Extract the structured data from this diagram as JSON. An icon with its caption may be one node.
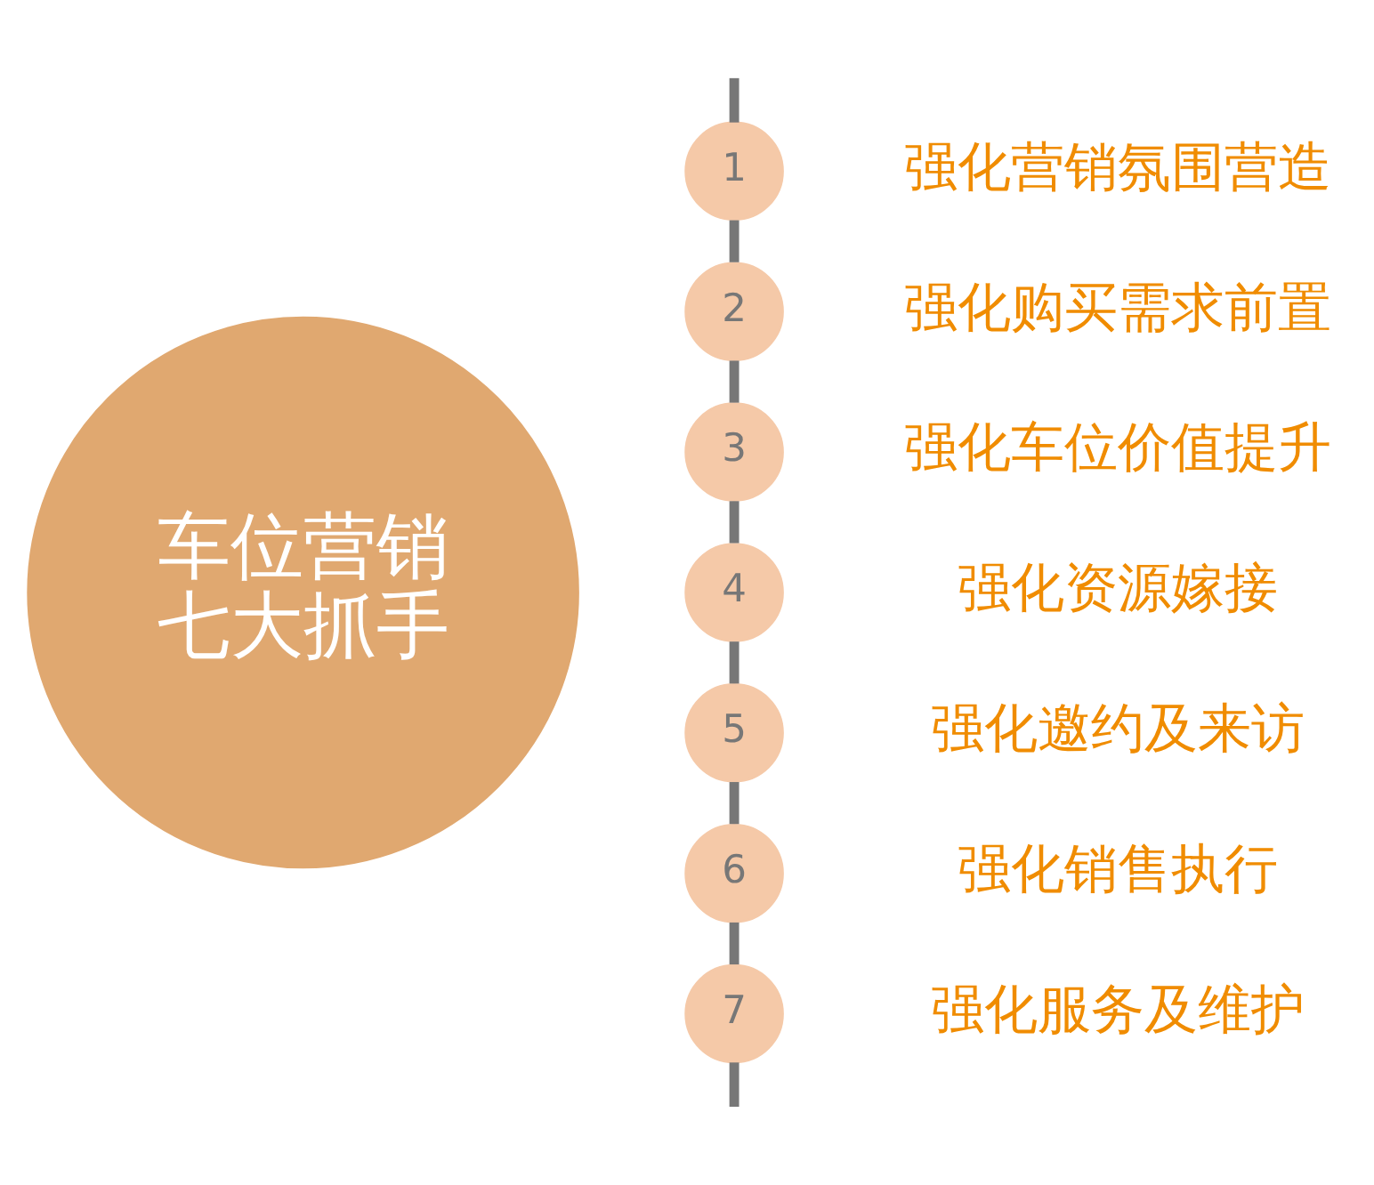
{
  "diagram": {
    "nodes": [
      {
        "text": [
          "车位营销七大抓手"
        ]
      },
      {
        "text": [
          "1"
        ],
        "beside": [
          "强化营销氛围营造"
        ]
      },
      {
        "text": [
          "2"
        ],
        "beside": [
          "强化购买需求前置"
        ]
      },
      {
        "text": [
          "3"
        ],
        "beside": [
          "强化车位价值提升"
        ]
      },
      {
        "text": [
          "4"
        ],
        "beside": [
          "强化资源嫁接"
        ]
      },
      {
        "text": [
          "5"
        ],
        "beside": [
          "强化邀约及来访"
        ]
      },
      {
        "text": [
          "6"
        ],
        "beside": [
          "强化销售执行"
        ]
      },
      {
        "text": [
          "7"
        ],
        "beside": [
          "强化服务及维护"
        ]
      }
    ],
    "edges": [
      {
        "from": null,
        "to": 1,
        "arrow": "none"
      },
      {
        "from": 1,
        "to": 2,
        "arrow": "none"
      },
      {
        "from": 2,
        "to": 3,
        "arrow": "none"
      },
      {
        "from": 3,
        "to": 4,
        "arrow": "none"
      },
      {
        "from": 4,
        "to": 5,
        "arrow": "none"
      },
      {
        "from": 5,
        "to": 6,
        "arrow": "none"
      },
      {
        "from": 6,
        "to": 7,
        "arrow": "none"
      },
      {
        "from": 7,
        "to": null,
        "arrow": "none"
      }
    ]
  }
}
